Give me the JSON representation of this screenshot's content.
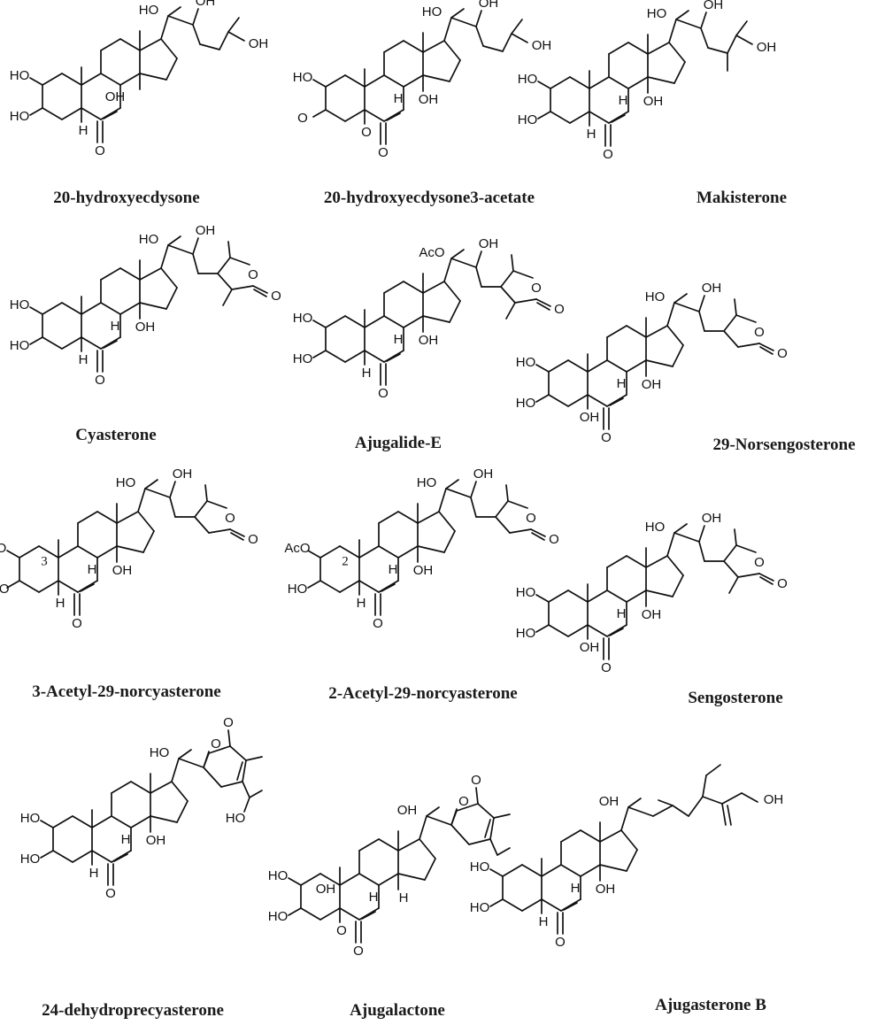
{
  "compounds": [
    {
      "name": "20-hydroxyecdysone",
      "ring_labels": [
        "HO",
        "HO",
        "O",
        "H",
        "OH"
      ],
      "side_labels": [
        "HO",
        "OH",
        "OH"
      ],
      "side": "tetraol"
    },
    {
      "name": "20-hydroxyecdysone3-acetate",
      "ring_labels": [
        "HO",
        "O",
        "O",
        "O",
        "H",
        "OH"
      ],
      "side_labels": [
        "HO",
        "OH",
        "OH"
      ],
      "side": "tetraol"
    },
    {
      "name": "Makisterone",
      "ring_labels": [
        "HO",
        "HO",
        "O",
        "H",
        "H",
        "OH"
      ],
      "side_labels": [
        "HO",
        "OH",
        "OH"
      ],
      "side": "methyltetraol"
    },
    {
      "name": "Cyasterone",
      "ring_labels": [
        "HO",
        "HO",
        "O",
        "H",
        "H",
        "OH"
      ],
      "side_labels": [
        "HO",
        "OH",
        "O",
        "O"
      ],
      "side": "lactone_me"
    },
    {
      "name": "Ajugalide-E",
      "ring_labels": [
        "HO",
        "HO",
        "O",
        "H",
        "H",
        "OH"
      ],
      "side_labels": [
        "AcO",
        "OH",
        "O",
        "O"
      ],
      "side": "lactone_me"
    },
    {
      "name": "29-Norsengosterone",
      "ring_labels": [
        "HO",
        "HO",
        "O",
        "OH",
        "H",
        "OH"
      ],
      "side_labels": [
        "HO",
        "OH",
        "O",
        "O"
      ],
      "side": "lactone"
    },
    {
      "name": "3-Acetyl-29-norcyasterone",
      "ring_labels": [
        "HO",
        "AcO",
        "O",
        "H",
        "H",
        "OH",
        "3"
      ],
      "side_labels": [
        "HO",
        "OH",
        "O",
        "O"
      ],
      "side": "lactone"
    },
    {
      "name": "2-Acetyl-29-norcyasterone",
      "ring_labels": [
        "AcO",
        "HO",
        "O",
        "H",
        "H",
        "OH",
        "2"
      ],
      "side_labels": [
        "HO",
        "OH",
        "O",
        "O"
      ],
      "side": "lactone"
    },
    {
      "name": "Sengosterone",
      "ring_labels": [
        "HO",
        "HO",
        "O",
        "OH",
        "H",
        "OH"
      ],
      "side_labels": [
        "HO",
        "OH",
        "O",
        "O"
      ],
      "side": "lactone_me"
    },
    {
      "name": "24-dehydroprecyasterone",
      "ring_labels": [
        "HO",
        "HO",
        "O",
        "H",
        "H",
        "OH"
      ],
      "side_labels": [
        "HO",
        "O",
        "HO"
      ],
      "side": "pyranone"
    },
    {
      "name": "Ajugalactone",
      "ring_labels": [
        "HO",
        "HO",
        "O",
        "O",
        "H",
        "H",
        "OH"
      ],
      "side_labels": [
        "OH",
        "O"
      ],
      "side": "pyranone_et"
    },
    {
      "name": "Ajugasterone B",
      "ring_labels": [
        "HO",
        "HO",
        "O",
        "H",
        "H",
        "OH"
      ],
      "side_labels": [
        "OH"
      ],
      "side": "alkyl"
    }
  ]
}
